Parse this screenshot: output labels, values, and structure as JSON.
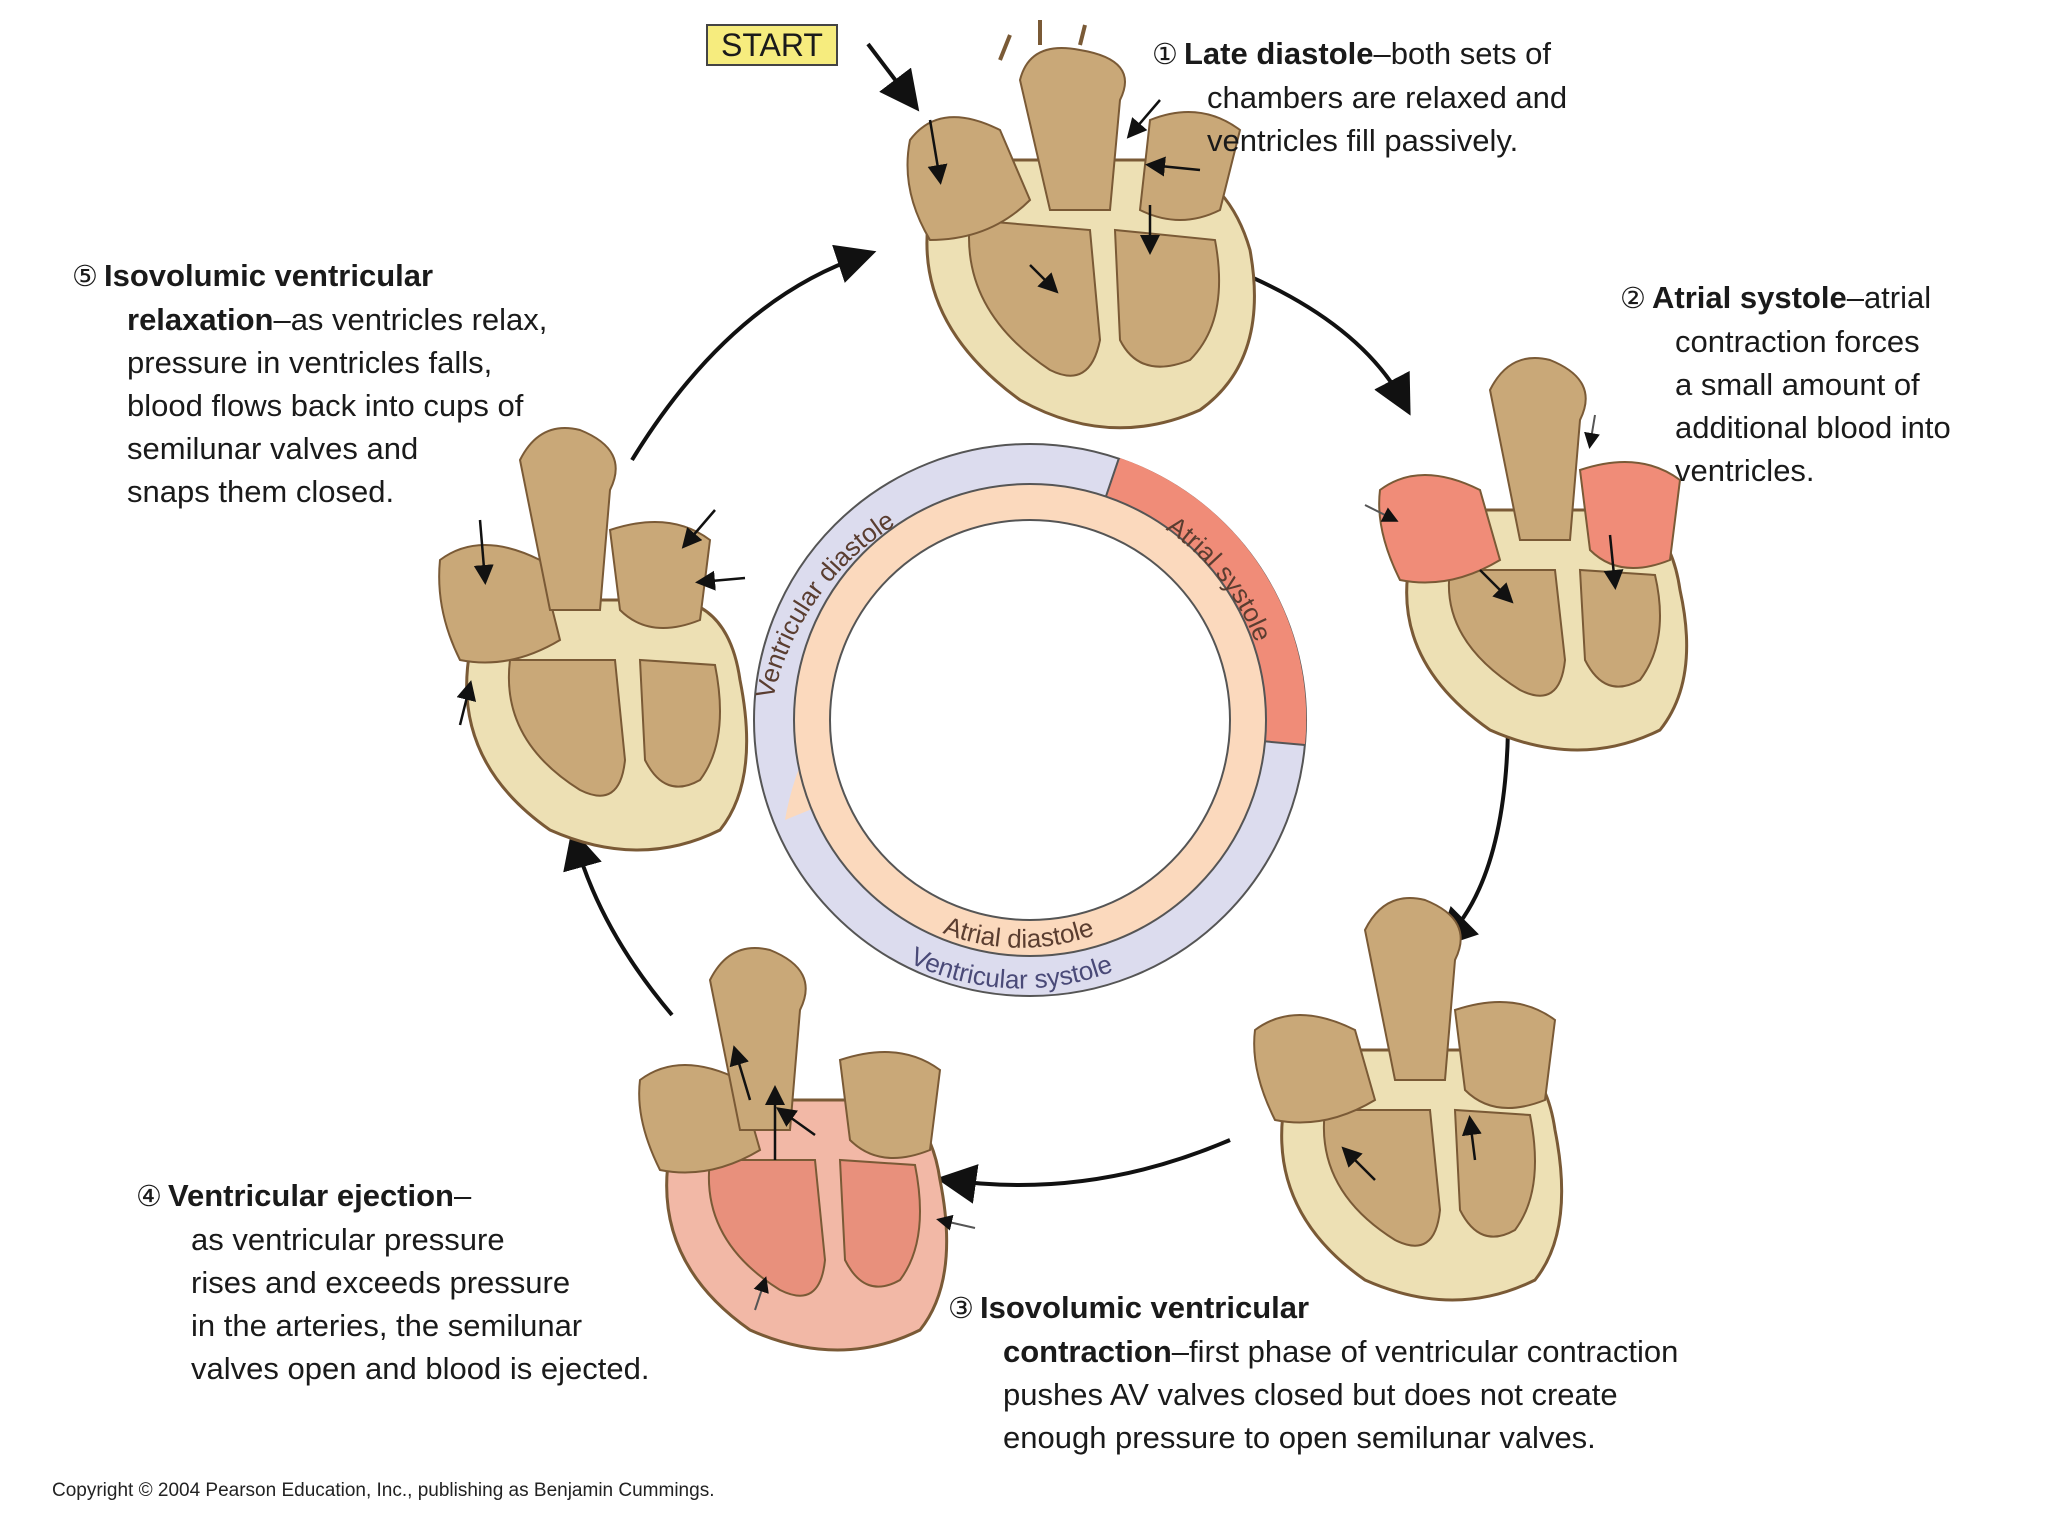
{
  "start_label": "START",
  "ring": {
    "ventricular_diastole": "Ventricular diastole",
    "atrial_systole": "Atrial systole",
    "atrial_diastole": "Atrial diastole",
    "ventricular_systole": "Ventricular systole"
  },
  "steps": [
    {
      "number": "①",
      "title": "Late diastole",
      "lines": [
        "–both sets of",
        "chambers are relaxed and",
        "ventricles fill passively."
      ]
    },
    {
      "number": "②",
      "title": "Atrial systole",
      "lines": [
        "–atrial",
        "contraction forces",
        "a small amount of",
        "additional blood into",
        "ventricles."
      ]
    },
    {
      "number": "③",
      "title_lines": [
        "Isovolumic ventricular",
        "contraction"
      ],
      "lines": [
        "–first phase of ventricular contraction",
        "pushes AV valves closed but does not create",
        "enough pressure to open semilunar valves."
      ]
    },
    {
      "number": "④",
      "title": "Ventricular ejection",
      "lines": [
        "–",
        "as ventricular pressure",
        "rises and exceeds pressure",
        "in the arteries, the semilunar",
        "valves open and blood is ejected."
      ]
    },
    {
      "number": "⑤",
      "title_lines": [
        "Isovolumic ventricular",
        "relaxation"
      ],
      "lines": [
        "–as ventricles relax,",
        "pressure in ventricles falls,",
        "blood flows back into cups of",
        "semilunar valves and",
        "snaps them closed."
      ]
    }
  ],
  "copyright": "Copyright © 2004 Pearson Education, Inc., publishing as Benjamin Cummings.",
  "colors": {
    "heart_tan": "#c9a878",
    "heart_light": "#ede0b4",
    "atrial_systole_red": "#f08c78",
    "ventricular_diastole_band": "#fbd9bd",
    "ventricular_systole_band": "#d9d9ee",
    "start_yellow": "#f6ec7e"
  }
}
